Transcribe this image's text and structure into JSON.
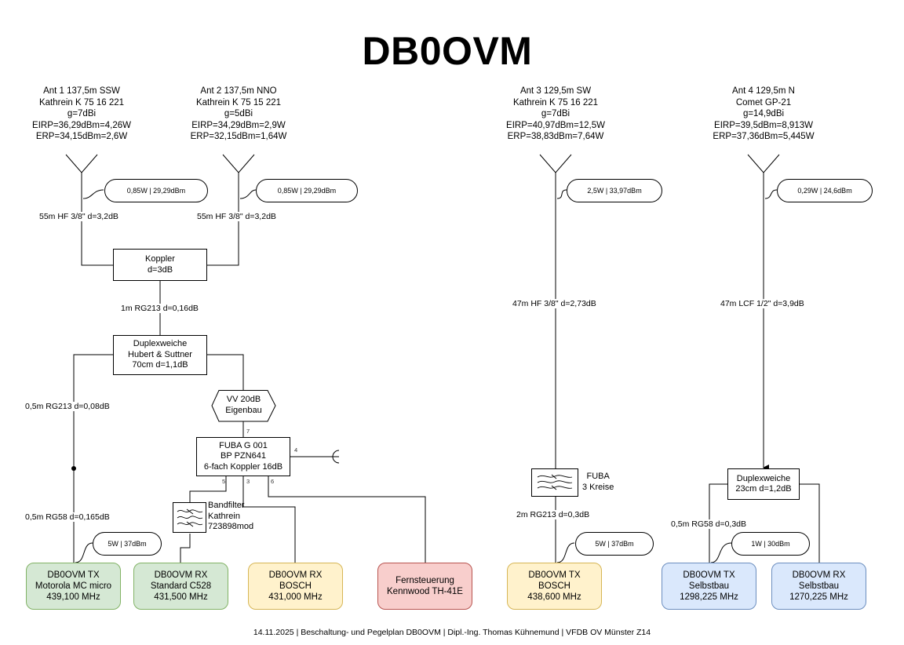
{
  "title": "DB0OVM",
  "antennas": [
    {
      "name": "Ant 1 137,5m SSW",
      "model": "Kathrein K 75 16 221",
      "gain": "g=7dBi",
      "eirp": "EIRP=36,29dBm=4,26W",
      "erp": "ERP=34,15dBm=2,6W",
      "power": "0,85W | 29,29dBm",
      "cable": "55m HF 3/8\" d=3,2dB"
    },
    {
      "name": "Ant 2 137,5m NNO",
      "model": "Kathrein K 75 15 221",
      "gain": "g=5dBi",
      "eirp": "EIRP=34,29dBm=2,9W",
      "erp": "ERP=32,15dBm=1,64W",
      "power": "0,85W | 29,29dBm",
      "cable": "55m HF 3/8\" d=3,2dB"
    },
    {
      "name": "Ant 3 129,5m SW",
      "model": "Kathrein K 75 16 221",
      "gain": "g=7dBi",
      "eirp": "EIRP=40,97dBm=12,5W",
      "erp": "ERP=38,83dBm=7,64W",
      "power": "2,5W | 33,97dBm",
      "cable": "47m HF 3/8\" d=2,73dB"
    },
    {
      "name": "Ant 4 129,5m N",
      "model": "Comet GP-21",
      "gain": "g=14,9dBi",
      "eirp": "EIRP=39,5dBm=8,913W",
      "erp": "ERP=37,36dBm=5,445W",
      "power": "0,29W | 24,6dBm",
      "cable": "47m LCF 1/2\" d=3,9dB"
    }
  ],
  "components": {
    "koppler": [
      "Koppler",
      "d=3dB"
    ],
    "koppler_cable": "1m RG213 d=0,16dB",
    "duplex70": [
      "Duplexweiche",
      "Hubert & Suttner",
      "70cm d=1,1dB"
    ],
    "duplex70_left_cable": "0,5m RG213 d=0,08dB",
    "tx1_cable": "0,5m RG58 d=0,165dB",
    "vv": [
      "VV 20dB",
      "Eigenbau"
    ],
    "fuba_g001": [
      "FUBA G 001",
      "BP PZN641",
      "6-fach Koppler 16dB"
    ],
    "ports": {
      "in": "7",
      "out4": "4",
      "out5": "5",
      "out3": "3",
      "out6": "6"
    },
    "bandfilter": [
      "Bandfilter",
      "Kathrein",
      "723898mod"
    ],
    "fuba_filter": [
      "FUBA",
      "3 Kreise"
    ],
    "ant3_tx_cable": "2m RG213 d=0,3dB",
    "duplex23": [
      "Duplexweiche",
      "23cm d=1,2dB"
    ],
    "duplex23_cable": "0,5m RG58 d=0,3dB"
  },
  "power_labels": {
    "tx1": "5W | 37dBm",
    "tx_bosch": "5W | 37dBm",
    "tx23": "1W | 30dBm"
  },
  "devices": [
    {
      "lines": [
        "DB0OVM TX",
        "Motorola MC micro",
        "439,100 MHz"
      ],
      "color": "#d5e8d4"
    },
    {
      "lines": [
        "DB0OVM RX",
        "Standard C528",
        "431,500 MHz"
      ],
      "color": "#d5e8d4"
    },
    {
      "lines": [
        "DB0OVM RX",
        "BOSCH",
        "431,000 MHz"
      ],
      "color": "#fff2cc"
    },
    {
      "lines": [
        "Fernsteuerung",
        "Kennwood TH-41E"
      ],
      "color": "#f8cecc"
    },
    {
      "lines": [
        "DB0OVM TX",
        "BOSCH",
        "438,600 MHz"
      ],
      "color": "#fff2cc"
    },
    {
      "lines": [
        "DB0OVM TX",
        "Selbstbau",
        "1298,225 MHz"
      ],
      "color": "#dae8fc"
    },
    {
      "lines": [
        "DB0OVM RX",
        "Selbstbau",
        "1270,225 MHz"
      ],
      "color": "#dae8fc"
    }
  ],
  "footer": "14.11.2025 | Beschaltung- und Pegelplan DB0OVM | Dipl.-Ing. Thomas Kühnemund | VFDB OV Münster Z14"
}
